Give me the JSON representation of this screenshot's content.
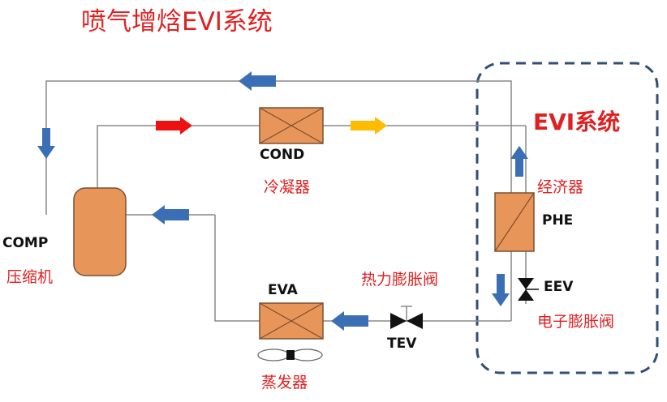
{
  "title": "喷气增焓EVI系统",
  "evi_title": "EVI系统",
  "components": {
    "comp": {
      "code": "COMP",
      "name": "压缩机"
    },
    "cond": {
      "code": "COND",
      "name": "冷凝器"
    },
    "eva": {
      "code": "EVA",
      "name": "蒸发器"
    },
    "phe": {
      "code": "PHE",
      "name": "经济器"
    },
    "eev": {
      "code": "EEV",
      "name": "电子膨胀阀"
    },
    "tev": {
      "code": "TEV",
      "name": "热力膨胀阀"
    }
  },
  "colors": {
    "text_red": "#e02020",
    "pipe": "#888888",
    "component_fill": "#e8955a",
    "component_stroke": "#7a5030",
    "arrow_blue": "#3a6fb5",
    "arrow_red": "#ee1111",
    "arrow_yellow": "#ffbb00",
    "evi_border": "#2f4f7a"
  }
}
